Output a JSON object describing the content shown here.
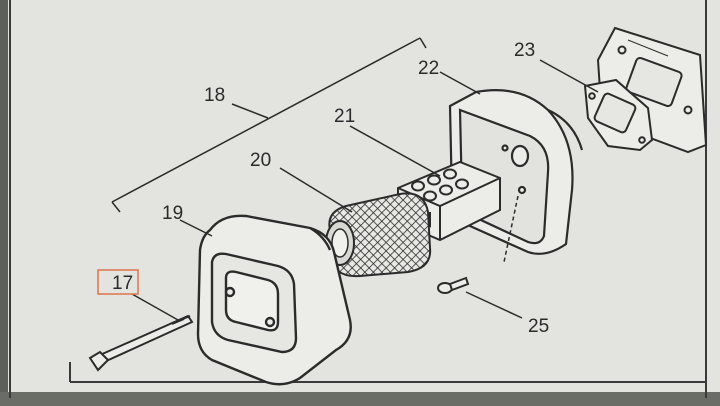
{
  "diagram": {
    "title": "",
    "callouts": [
      {
        "id": "c17",
        "label": "17",
        "highlighted": true
      },
      {
        "id": "c18",
        "label": "18"
      },
      {
        "id": "c19",
        "label": "19"
      },
      {
        "id": "c20",
        "label": "20"
      },
      {
        "id": "c21",
        "label": "21"
      },
      {
        "id": "c22",
        "label": "22"
      },
      {
        "id": "c23",
        "label": "23"
      },
      {
        "id": "c25",
        "label": "25"
      }
    ],
    "colors": {
      "paper": "#e4e5e0",
      "line": "#2b2b2b",
      "highlight": "#e07a55",
      "frame": "#5d5f5a"
    }
  }
}
